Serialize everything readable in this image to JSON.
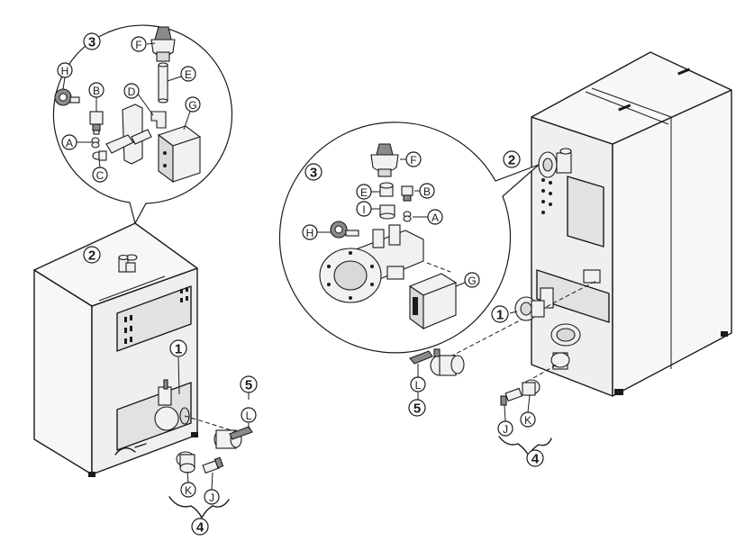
{
  "left": {
    "callout_main": "2",
    "callout_detail": "3",
    "callout_1": "1",
    "callout_4": "4",
    "callout_5": "5",
    "parts": {
      "A": "A",
      "B": "B",
      "C": "C",
      "D": "D",
      "E": "E",
      "F": "F",
      "G": "G",
      "H": "H",
      "J": "J",
      "K": "K",
      "L": "L"
    }
  },
  "right": {
    "callout_main": "2",
    "callout_detail": "3",
    "callout_1": "1",
    "callout_4": "4",
    "callout_5": "5",
    "parts": {
      "A": "A",
      "B": "B",
      "E": "E",
      "F": "F",
      "G": "G",
      "H": "H",
      "I": "I",
      "J": "J",
      "K": "K",
      "L": "L"
    }
  },
  "colors": {
    "line": "#1a1a1a",
    "cabinet": "#f7f7f7",
    "shade": "#e2e2e2"
  }
}
